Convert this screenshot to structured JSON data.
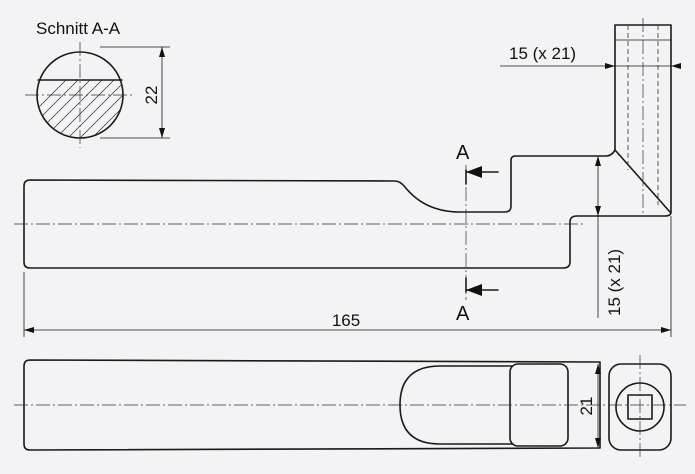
{
  "drawing": {
    "section_title": "Schnitt  A-A",
    "section_dim": "22",
    "top_dim": "15 (x 21)",
    "side_dim": "15 (x 21)",
    "length_dim": "165",
    "plan_dim": "21",
    "cut_label_top": "A",
    "cut_label_bottom": "A"
  }
}
